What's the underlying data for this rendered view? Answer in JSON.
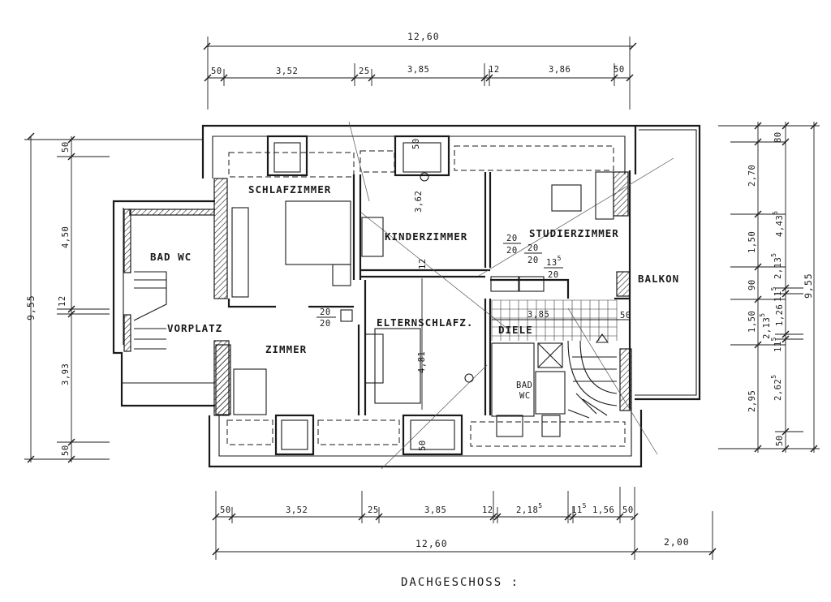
{
  "title": "DACHGESCHOSS :",
  "rooms": {
    "schlafzimmer": "SCHLAFZIMMER",
    "kinderzimmer": "KINDERZIMMER",
    "studierzimmer": "STUDIERZIMMER",
    "bad_wc_left": "BAD WC",
    "vorplatz": "VORPLATZ",
    "zimmer": "ZIMMER",
    "elternschlafz": "ELTERNSCHLAFZ.",
    "diele": "DIELE",
    "balkon": "BALKON",
    "bad_right": "BAD",
    "wc_right": "WC"
  },
  "dims_top": {
    "total": "12,60",
    "d1": "50",
    "d2": "3,52",
    "d3": "25",
    "d4": "3,85",
    "d5": "12",
    "d6": "3,86",
    "d7": "50"
  },
  "dims_bottom": {
    "d1": "50",
    "d2": "3,52",
    "d3": "25",
    "d4": "3,85",
    "d5": "12",
    "d6": "2,18",
    "d6_sup": "5",
    "d7": "11",
    "d7_sup": "5",
    "d8": "1,56",
    "d9": "50",
    "total": "12,60",
    "extra": "2,00"
  },
  "dims_left": {
    "total": "9,55",
    "d1": "50",
    "d2": "4,50",
    "d3": "12",
    "d4": "3,93",
    "d5": "50"
  },
  "dims_right": {
    "total": "9,55",
    "a1": "80",
    "a2": "2,70",
    "a3": "1,50",
    "a4": "90",
    "a5": "1,50",
    "a6": "2,95",
    "b1": "4,43",
    "b1_sup": "5",
    "b2": "2,13",
    "b2_sup": "5",
    "b3": "11",
    "b3_sup": "5",
    "b4": "1,26",
    "b5": "2,13",
    "b5_sup": "5",
    "b6": "11",
    "b6_sup": "5",
    "b7": "2,62",
    "b7_sup": "5",
    "b8": "50"
  },
  "dims_inner": {
    "kinder_height": "3,62",
    "kinder_window": "50",
    "wall_12": "12",
    "eltern_height": "4,81",
    "eltern_window": "50",
    "diele_width": "3,85",
    "diele_50": "50",
    "chimney_a1": "20",
    "chimney_a2": "20",
    "chimney_b1": "20",
    "chimney_b2": "20",
    "chimney_c": "13",
    "chimney_c_sup": "5",
    "chimney_c2": "20",
    "zimmer_chim_1": "20",
    "zimmer_chim_2": "20"
  }
}
